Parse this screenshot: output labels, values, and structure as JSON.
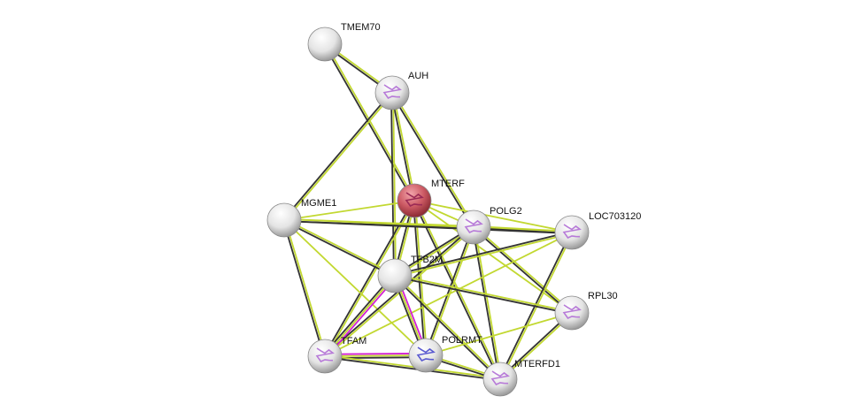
{
  "network": {
    "nodes": [
      {
        "id": "TMEM70",
        "label": "TMEM70",
        "query": false,
        "structure": false
      },
      {
        "id": "AUH",
        "label": "AUH",
        "query": false,
        "structure": true
      },
      {
        "id": "MTERF",
        "label": "MTERF",
        "query": true,
        "structure": true
      },
      {
        "id": "MGME1",
        "label": "MGME1",
        "query": false,
        "structure": false
      },
      {
        "id": "POLG2",
        "label": "POLG2",
        "query": false,
        "structure": true
      },
      {
        "id": "LOC703120",
        "label": "LOC703120",
        "query": false,
        "structure": true
      },
      {
        "id": "TFB2M",
        "label": "TFB2M",
        "query": false,
        "structure": false
      },
      {
        "id": "RPL30",
        "label": "RPL30",
        "query": false,
        "structure": true
      },
      {
        "id": "TFAM",
        "label": "TFAM",
        "query": false,
        "structure": true
      },
      {
        "id": "POLRMT",
        "label": "POLRMT",
        "query": false,
        "structure": true,
        "structure_color": "#5a5ad0"
      },
      {
        "id": "MTERFD1",
        "label": "MTERFD1",
        "query": false,
        "structure": true
      }
    ],
    "edges": [
      [
        "TMEM70",
        "AUH",
        "both"
      ],
      [
        "TMEM70",
        "MTERF",
        "both"
      ],
      [
        "AUH",
        "MGME1",
        "both"
      ],
      [
        "AUH",
        "MTERF",
        "both"
      ],
      [
        "AUH",
        "TFB2M",
        "both"
      ],
      [
        "AUH",
        "POLG2",
        "both"
      ],
      [
        "MTERF",
        "MGME1",
        "green"
      ],
      [
        "MTERF",
        "POLG2",
        "green"
      ],
      [
        "MTERF",
        "LOC703120",
        "green"
      ],
      [
        "MTERF",
        "TFB2M",
        "both"
      ],
      [
        "MTERF",
        "TFAM",
        "both"
      ],
      [
        "MTERF",
        "POLRMT",
        "both"
      ],
      [
        "MTERF",
        "MTERFD1",
        "both"
      ],
      [
        "MTERF",
        "RPL30",
        "green"
      ],
      [
        "MGME1",
        "POLG2",
        "both"
      ],
      [
        "MGME1",
        "LOC703120",
        "both"
      ],
      [
        "MGME1",
        "TFB2M",
        "both"
      ],
      [
        "MGME1",
        "TFAM",
        "both"
      ],
      [
        "MGME1",
        "POLRMT",
        "green"
      ],
      [
        "POLG2",
        "LOC703120",
        "both"
      ],
      [
        "POLG2",
        "TFB2M",
        "both"
      ],
      [
        "POLG2",
        "TFAM",
        "both"
      ],
      [
        "POLG2",
        "POLRMT",
        "both"
      ],
      [
        "POLG2",
        "MTERFD1",
        "both"
      ],
      [
        "POLG2",
        "RPL30",
        "both"
      ],
      [
        "LOC703120",
        "TFB2M",
        "both"
      ],
      [
        "LOC703120",
        "TFAM",
        "green"
      ],
      [
        "LOC703120",
        "MTERFD1",
        "both"
      ],
      [
        "TFB2M",
        "RPL30",
        "both"
      ],
      [
        "TFB2M",
        "TFAM",
        "pink"
      ],
      [
        "TFB2M",
        "POLRMT",
        "pink"
      ],
      [
        "TFB2M",
        "MTERFD1",
        "both"
      ],
      [
        "RPL30",
        "POLRMT",
        "green"
      ],
      [
        "RPL30",
        "MTERFD1",
        "both"
      ],
      [
        "TFAM",
        "POLRMT",
        "pink"
      ],
      [
        "TFAM",
        "MTERFD1",
        "both"
      ],
      [
        "POLRMT",
        "MTERFD1",
        "both"
      ]
    ],
    "colors": {
      "green": "#c2d831",
      "black": "#333333",
      "pink": "#d21fd2",
      "query_node": "#c8505c",
      "node": "#e6e6e6",
      "structure": "#b77ad8"
    }
  }
}
